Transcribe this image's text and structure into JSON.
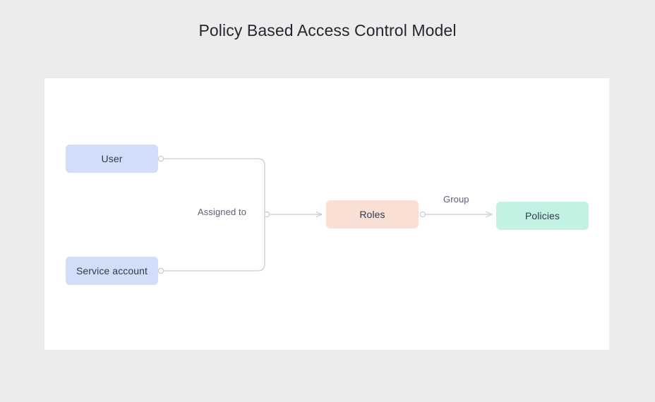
{
  "page": {
    "title": "Policy Based Access Control Model",
    "background_color": "#ececec",
    "canvas_color": "#ffffff"
  },
  "diagram": {
    "type": "flow-diagram",
    "nodes": [
      {
        "id": "user",
        "label": "User",
        "color": "#d2ddf9",
        "text_color": "#2f3a4d"
      },
      {
        "id": "service-account",
        "label": "Service account",
        "color": "#d2ddf9",
        "text_color": "#2f3a4d"
      },
      {
        "id": "roles",
        "label": "Roles",
        "color": "#fae0d4",
        "text_color": "#2f3a4d"
      },
      {
        "id": "policies",
        "label": "Policies",
        "color": "#c2f2e3",
        "text_color": "#2f3a4d"
      }
    ],
    "edges": [
      {
        "id": "user-to-roles",
        "from": "user",
        "to": "roles",
        "label": "Assigned to"
      },
      {
        "id": "service-account-to-roles",
        "from": "service-account",
        "to": "roles",
        "label": "Assigned to"
      },
      {
        "id": "roles-to-policies",
        "from": "roles",
        "to": "policies",
        "label": "Group"
      }
    ],
    "edge_labels": [
      {
        "id": "assigned-to",
        "text": "Assigned to"
      },
      {
        "id": "group",
        "text": "Group"
      }
    ],
    "edge_color": "#c7ccd6",
    "connector_dot_color": "#ffffff",
    "connector_dot_stroke": "#c7ccd6"
  }
}
